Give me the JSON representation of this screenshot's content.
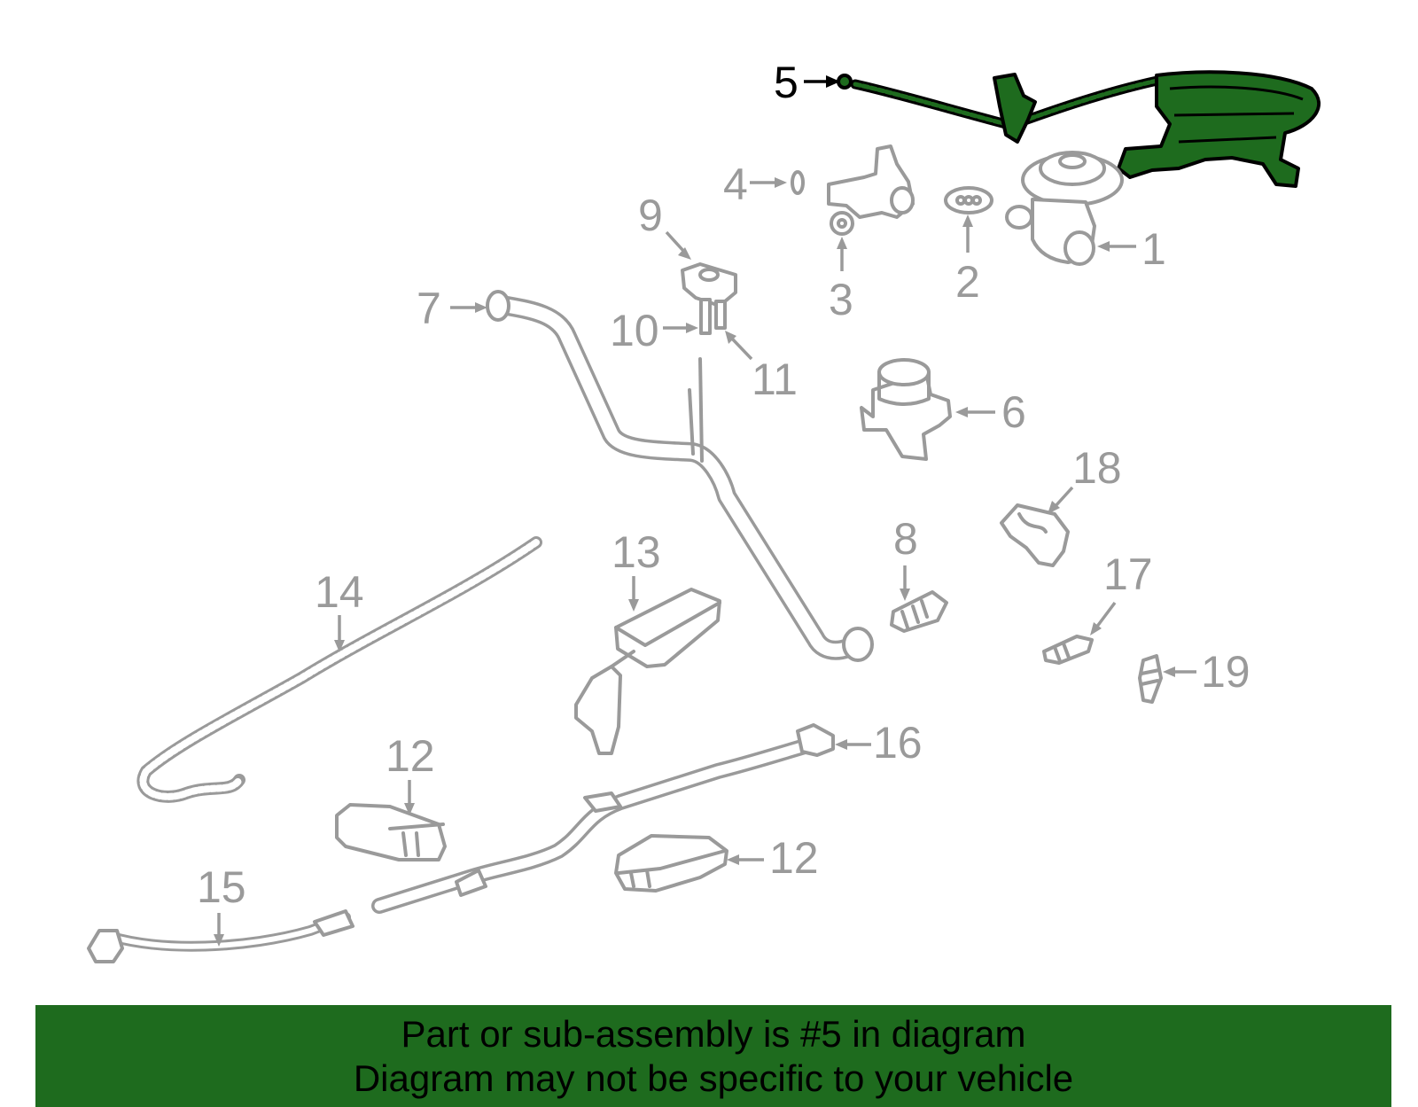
{
  "colors": {
    "highlight": "#1e6b1e",
    "part_stroke": "#9a9a9a",
    "banner_bg": "#1e6b1e"
  },
  "highlighted_part": "5",
  "callouts": {
    "p1": "1",
    "p2": "2",
    "p3": "3",
    "p4": "4",
    "p5": "5",
    "p6": "6",
    "p7": "7",
    "p8": "8",
    "p9": "9",
    "p10": "10",
    "p11": "11",
    "p12a": "12",
    "p12b": "12",
    "p13": "13",
    "p14": "14",
    "p15": "15",
    "p16": "16",
    "p17": "17",
    "p18": "18",
    "p19": "19"
  },
  "banner": {
    "line1": "Part or sub-assembly is #5 in diagram",
    "line2": "Diagram may not be specific to your vehicle"
  }
}
